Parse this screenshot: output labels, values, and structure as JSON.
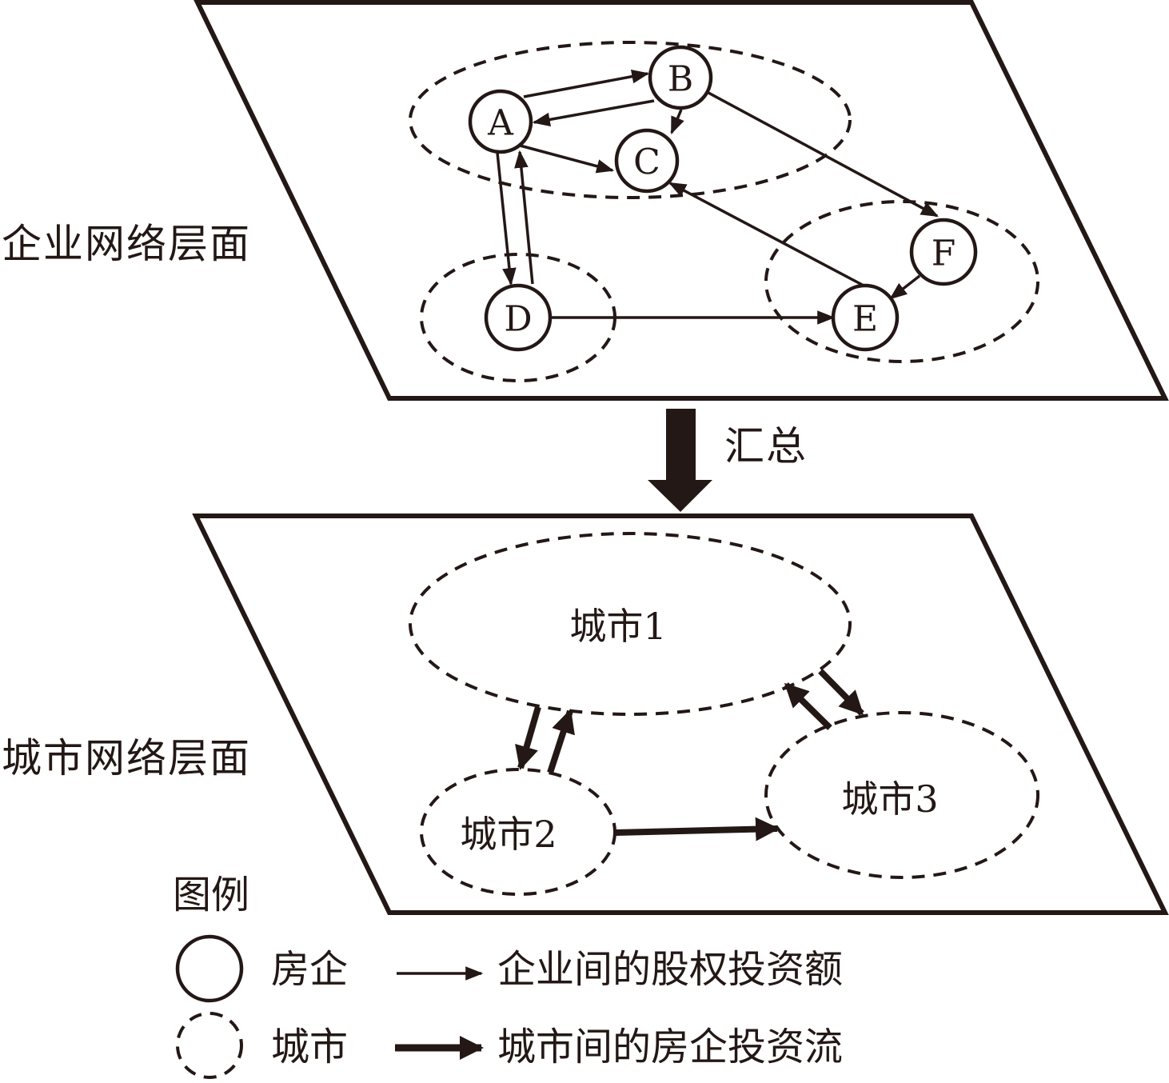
{
  "layers": {
    "firm_layer_label": "企业网络层面",
    "city_layer_label": "城市网络层面",
    "aggregate_label": "汇总"
  },
  "firm_network": {
    "nodes": [
      {
        "id": "A",
        "label": "A",
        "city": "city1"
      },
      {
        "id": "B",
        "label": "B",
        "city": "city1"
      },
      {
        "id": "C",
        "label": "C",
        "city": "city1"
      },
      {
        "id": "D",
        "label": "D",
        "city": "city2"
      },
      {
        "id": "E",
        "label": "E",
        "city": "city3"
      },
      {
        "id": "F",
        "label": "F",
        "city": "city3"
      }
    ],
    "edges": [
      {
        "from": "A",
        "to": "B"
      },
      {
        "from": "B",
        "to": "A"
      },
      {
        "from": "B",
        "to": "C"
      },
      {
        "from": "A",
        "to": "C"
      },
      {
        "from": "A",
        "to": "D"
      },
      {
        "from": "D",
        "to": "A"
      },
      {
        "from": "B",
        "to": "F"
      },
      {
        "from": "E",
        "to": "C"
      },
      {
        "from": "F",
        "to": "E"
      },
      {
        "from": "D",
        "to": "E"
      }
    ]
  },
  "city_network": {
    "nodes": [
      {
        "id": "city1",
        "label": "城市1"
      },
      {
        "id": "city2",
        "label": "城市2"
      },
      {
        "id": "city3",
        "label": "城市3"
      }
    ],
    "edges": [
      {
        "from": "city1",
        "to": "city2"
      },
      {
        "from": "city2",
        "to": "city1"
      },
      {
        "from": "city1",
        "to": "city3"
      },
      {
        "from": "city3",
        "to": "city1"
      },
      {
        "from": "city2",
        "to": "city3"
      }
    ]
  },
  "legend": {
    "title": "图例",
    "items": [
      {
        "symbol": "solid-circle",
        "label": "房企"
      },
      {
        "symbol": "dashed-circle",
        "label": "城市"
      },
      {
        "symbol": "thin-arrow",
        "label": "企业间的股权投资额"
      },
      {
        "symbol": "thick-arrow",
        "label": "城市间的房企投资流"
      }
    ]
  },
  "colors": {
    "ink": "#231815",
    "background": "#ffffff"
  }
}
